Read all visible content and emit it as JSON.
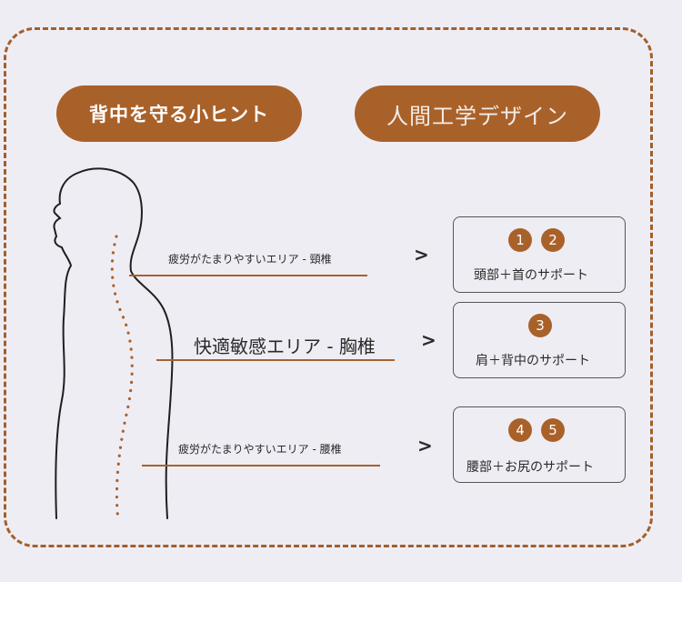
{
  "header": {
    "left_pill": "背中を守る小ヒント",
    "right_pill": "人間工学デザイン"
  },
  "rows": [
    {
      "label": "疲労がたまりやすいエリア - 頸椎",
      "arrow": ">",
      "badges": [
        "1",
        "2"
      ],
      "support": "頭部＋首のサポート"
    },
    {
      "label": "快適敏感エリア - 胸椎",
      "arrow": ">",
      "badges": [
        "3"
      ],
      "support": "肩＋背中のサポート"
    },
    {
      "label": "疲労がたまりやすいエリア - 腰椎",
      "arrow": ">",
      "badges": [
        "4",
        "5"
      ],
      "support": "腰部＋お尻のサポート"
    }
  ],
  "colors": {
    "accent": "#a9612a",
    "background": "#efedf4",
    "frame": "#a25f2b"
  }
}
